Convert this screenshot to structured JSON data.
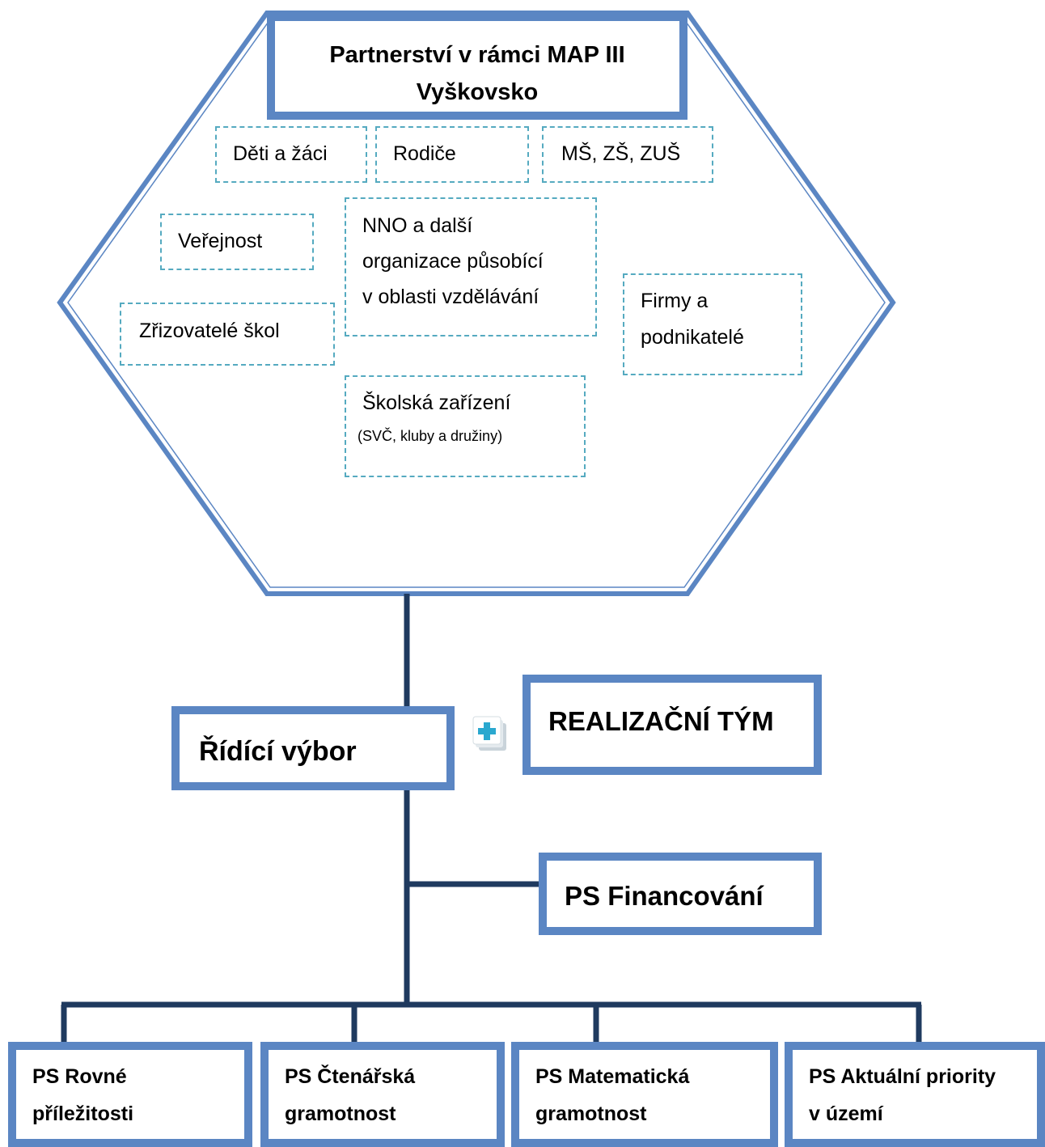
{
  "partnership": {
    "title_line1": "Partnerství v rámci MAP III",
    "title_line2": "Vyškovsko",
    "members": {
      "children": "Děti a žáci",
      "parents": "Rodiče",
      "schools": "MŠ, ZŠ, ZUŠ",
      "public": "Veřejnost",
      "nno_line1": "NNO a další",
      "nno_line2": "organizace působící",
      "nno_line3": "v oblasti vzdělávání",
      "founders": "Zřizovatelé škol",
      "companies_line1": "Firmy a",
      "companies_line2": "podnikatelé",
      "facilities_line1": "Školská zařízení",
      "facilities_line2": "(SVČ, kluby a družiny)"
    }
  },
  "steering_committee": "Řídící výbor",
  "implementation_team": "REALIZAČNÍ TÝM",
  "financing_group": "PS Financování",
  "working_groups": [
    {
      "line1": "PS Rovné",
      "line2": "příležitosti"
    },
    {
      "line1": "PS Čtenářská",
      "line2": "gramotnost"
    },
    {
      "line1": "PS Matematická",
      "line2": "gramotnost"
    },
    {
      "line1": "PS Aktuální priority",
      "line2": "v území"
    }
  ],
  "colors": {
    "box_border": "#5b86c3",
    "connector": "#1f3a5f",
    "dashed_border": "#55aac0",
    "icon_plus": "#2aa8cf"
  },
  "icons": [
    "plus-icon"
  ]
}
